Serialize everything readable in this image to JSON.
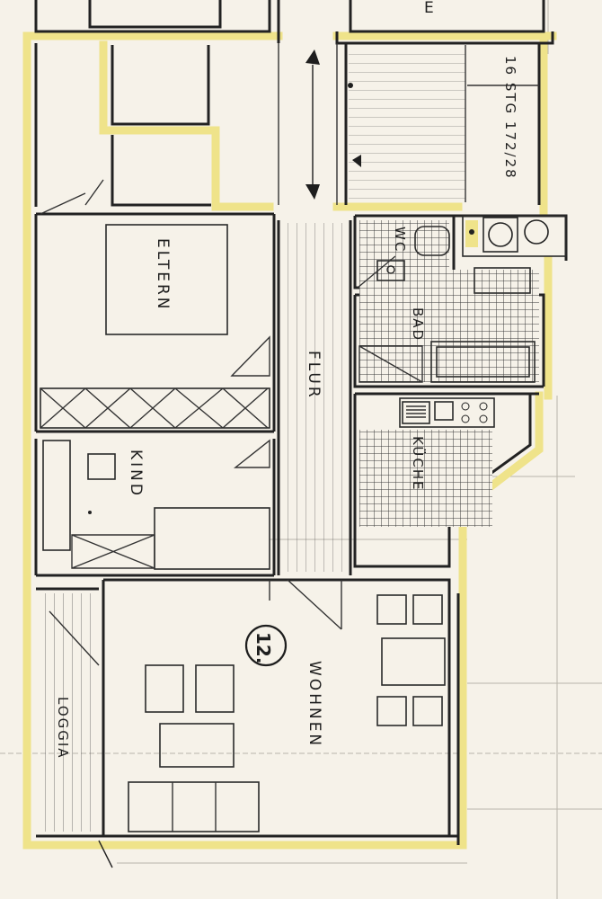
{
  "plan": {
    "rooms": {
      "eltern": "ELTERN",
      "flur": "FLUR",
      "kind": "KIND",
      "wc": "WC",
      "bad": "BAD",
      "kueche": "KÜCHE",
      "wohnen": "WOHNEN",
      "loggia": "LOGGIA",
      "partial_top": "E"
    },
    "stair_note": "16 STG 172/28",
    "unit_number": "12.",
    "colors": {
      "paper": "#f6f2e9",
      "wall_highlight": "#efe38a",
      "ink": "#222222"
    }
  }
}
